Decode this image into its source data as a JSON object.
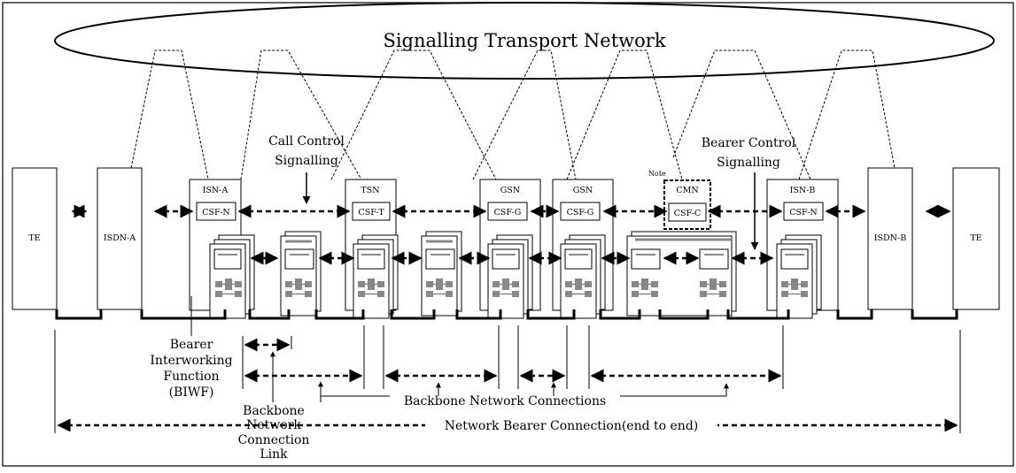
{
  "title": "Signalling Transport Network",
  "labels": {
    "call_control": [
      "Call Control",
      "Signalling"
    ],
    "bearer_control": [
      "Bearer Control",
      "Signalling"
    ],
    "note": "Note",
    "biwf": [
      "Bearer",
      "Interworking",
      "Function",
      "(BIWF)"
    ],
    "bnc_link": [
      "Backbone",
      "Network",
      "Connection",
      "Link"
    ],
    "backbone_connections": "Backbone Network Connections",
    "network_bearer": "Network Bearer Connection(end to end)"
  },
  "terminals": {
    "te_left": "TE",
    "isdn_a": "ISDN-A",
    "isdn_b": "ISDN-B",
    "te_right": "TE"
  },
  "nodes": [
    {
      "id": "isn-a",
      "name": "ISN-A",
      "csf": "CSF-N"
    },
    {
      "id": "tsn",
      "name": "TSN",
      "csf": "CSF-T"
    },
    {
      "id": "gsn-1",
      "name": "GSN",
      "csf": "CSF-G"
    },
    {
      "id": "gsn-2",
      "name": "GSN",
      "csf": "CSF-G"
    },
    {
      "id": "cmn",
      "name": "CMN",
      "csf": "CSF-C"
    },
    {
      "id": "isn-b",
      "name": "ISN-B",
      "csf": "CSF-N"
    }
  ]
}
